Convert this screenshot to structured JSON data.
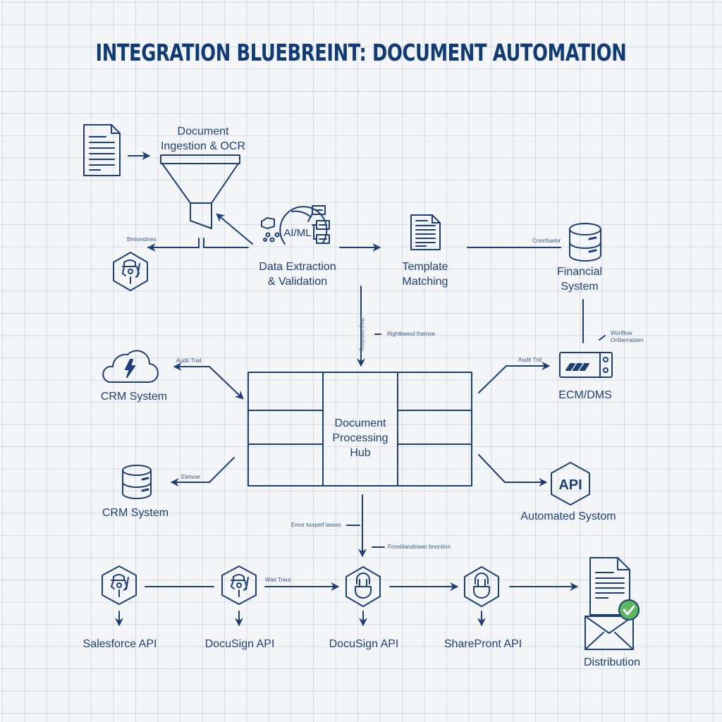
{
  "title": "INTEGRATION BLUEBREINT: DOCUMENT AUTOMATION",
  "colors": {
    "ink": "#1c3f7a",
    "title": "#0f3b78",
    "check": "#5cb85c",
    "grid": "#c8d4e0",
    "background": "#f4f5f6"
  },
  "nodes": {
    "source_document": {
      "icon": "document-icon"
    },
    "ingestion": {
      "label_line1": "Document",
      "label_line2": "Ingestion & OCR",
      "icon": "funnel-icon"
    },
    "extraction": {
      "label_line1": "Data Extraction",
      "label_line2": "& Validation",
      "icon": "ai-ml-icon",
      "icon_text": "AI/ML"
    },
    "template": {
      "label_line1": "Template",
      "label_line2": "Matching",
      "icon": "document-icon"
    },
    "financial": {
      "label_line1": "Financial",
      "label_line2": "System",
      "icon": "database-icon"
    },
    "robot_left": {
      "icon": "robot-hexagon-icon"
    },
    "crm_cloud": {
      "label": "CRM System",
      "icon": "cloud-bolt-icon"
    },
    "hub": {
      "label_line1": "Document",
      "label_line2": "Processing",
      "label_line3": "Hub"
    },
    "ecm": {
      "label": "ECM/DMS",
      "icon": "server-icon"
    },
    "crm_db": {
      "label": "CRM System",
      "icon": "database-icon"
    },
    "api": {
      "label": "Automated Systom",
      "icon_text": "API",
      "icon": "api-hexagon-icon"
    },
    "salesforce": {
      "label": "Salesforce API",
      "icon": "robot-hexagon-icon"
    },
    "docusign1": {
      "label": "DocuSign API",
      "icon": "robot-hexagon-icon"
    },
    "docusign2": {
      "label": "DocuSign API",
      "icon": "plug-hexagon-icon"
    },
    "sharepoint": {
      "label": "SharePront API",
      "icon": "plug-hexagon-icon"
    },
    "distribution": {
      "label": "Distribution",
      "icon": "document-envelope-check-icon"
    }
  },
  "edge_labels": {
    "embeddings": "Bmiondines",
    "confirmation": "Cnnnfuwlor",
    "vertical_a": "Ibsjrailrlsbing",
    "rightwell": "Rightbweul theinoe",
    "workflow_line1": "Worlflow",
    "workflow_line2": "Onlberratiam",
    "audit_left": "Audit Trail",
    "audit_right": "Audit Tnil",
    "elsewhere": "Eletvoe",
    "error": "Emor ksspetf lawws",
    "fonstion": "Fonstiiandlower bnontion",
    "wet_trust": "Wiet Treut"
  }
}
